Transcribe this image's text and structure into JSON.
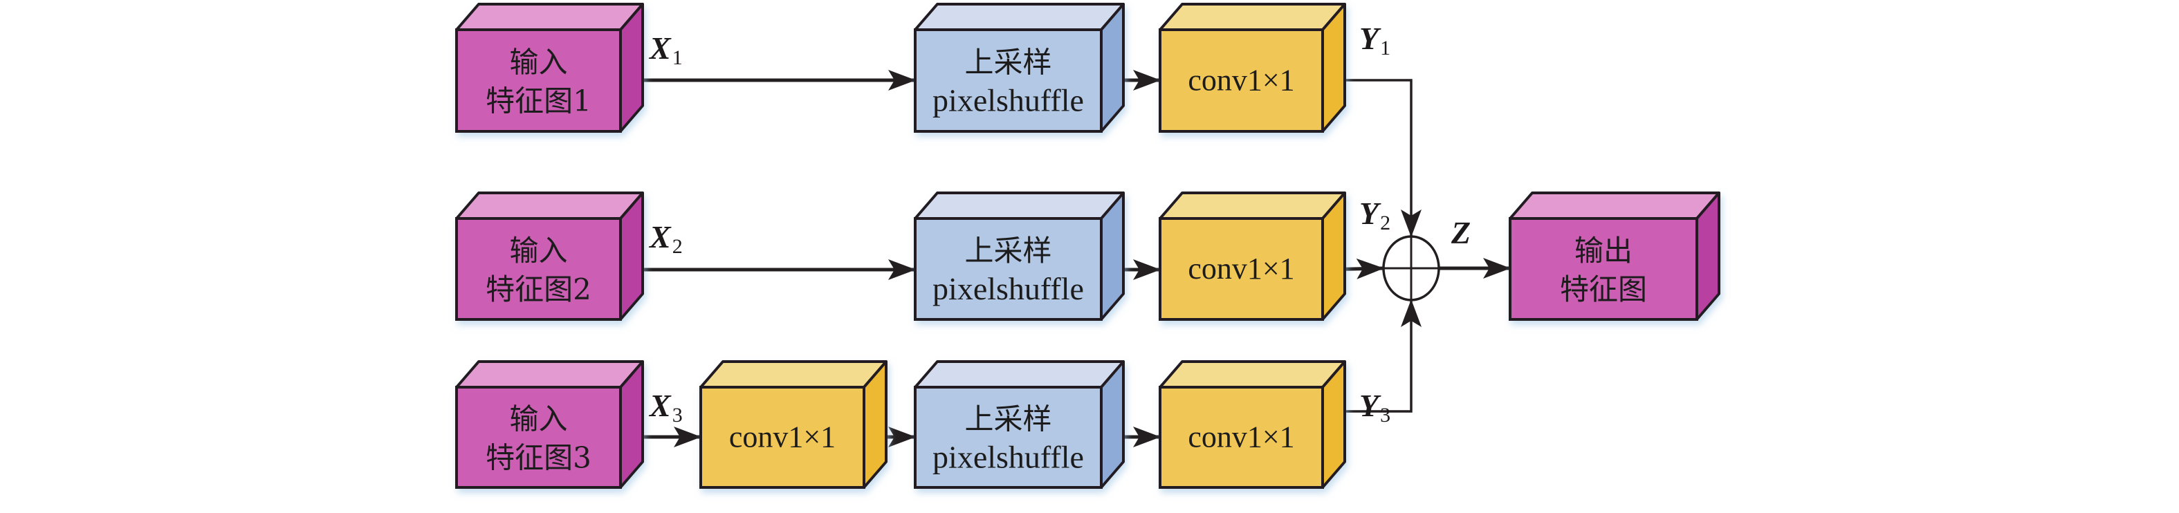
{
  "diagram": {
    "colors": {
      "input_front": "#cc5fb4",
      "input_top": "#e39ad0",
      "input_side": "#b83fa0",
      "up_front": "#b2c8e4",
      "up_top": "#d3dcee",
      "up_side": "#8eaad6",
      "conv_front": "#f0c656",
      "conv_top": "#f4dc8e",
      "conv_side": "#edb832",
      "stroke": "#231f20"
    },
    "rows": [
      {
        "input": {
          "line1": "输入",
          "line2": "特征图1"
        },
        "input_label": {
          "var": "X",
          "sub": "1"
        },
        "pre_conv": null,
        "upsample": {
          "line1": "上采样",
          "line2": "pixelshuffle"
        },
        "conv": {
          "label": "conv1×1"
        },
        "output_label": {
          "var": "Y",
          "sub": "1"
        }
      },
      {
        "input": {
          "line1": "输入",
          "line2": "特征图2"
        },
        "input_label": {
          "var": "X",
          "sub": "2"
        },
        "pre_conv": null,
        "upsample": {
          "line1": "上采样",
          "line2": "pixelshuffle"
        },
        "conv": {
          "label": "conv1×1"
        },
        "output_label": {
          "var": "Y",
          "sub": "2"
        }
      },
      {
        "input": {
          "line1": "输入",
          "line2": "特征图3"
        },
        "input_label": {
          "var": "X",
          "sub": "3"
        },
        "pre_conv": {
          "label": "conv1×1"
        },
        "upsample": {
          "line1": "上采样",
          "line2": "pixelshuffle"
        },
        "conv": {
          "label": "conv1×1"
        },
        "output_label": {
          "var": "Y",
          "sub": "3"
        }
      }
    ],
    "sum_node": {
      "symbol": "⊕",
      "name": "element-wise addition"
    },
    "sum_label": {
      "var": "Z"
    },
    "output": {
      "line1": "输出",
      "line2": "特征图"
    }
  }
}
